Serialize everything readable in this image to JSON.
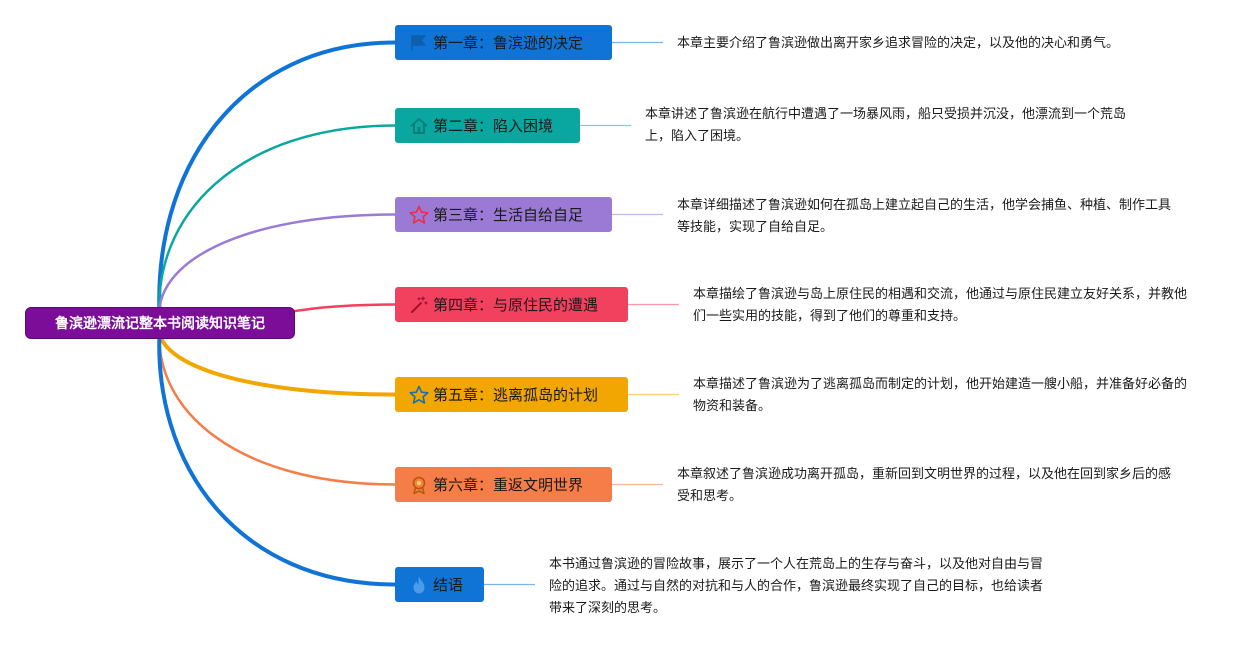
{
  "root": {
    "label": "鲁滨逊漂流记整本书阅读知识笔记"
  },
  "chapters": [
    {
      "title": "第一章：鲁滨逊的决定",
      "icon": "flag-icon",
      "color": "#0f74d6",
      "desc": "本章主要介绍了鲁滨逊做出离开家乡追求冒险的决定，以及他的决心和勇气。"
    },
    {
      "title": "第二章：陷入困境",
      "icon": "home-icon",
      "color": "#0aa7a0",
      "desc": "本章讲述了鲁滨逊在航行中遭遇了一场暴风雨，船只受损并沉没，他漂流到一个荒岛上，陷入了困境。"
    },
    {
      "title": "第三章：生活自给自足",
      "icon": "star-icon",
      "color": "#9b7ad6",
      "desc": "本章详细描述了鲁滨逊如何在孤岛上建立起自己的生活，他学会捕鱼、种植、制作工具等技能，实现了自给自足。"
    },
    {
      "title": "第四章：与原住民的遭遇",
      "icon": "magic-wand-icon",
      "color": "#f1415f",
      "desc": "本章描绘了鲁滨逊与岛上原住民的相遇和交流，他通过与原住民建立友好关系，并教他们一些实用的技能，得到了他们的尊重和支持。"
    },
    {
      "title": "第五章：逃离孤岛的计划",
      "icon": "star-outline-icon",
      "color": "#f2a600",
      "desc": "本章描述了鲁滨逊为了逃离孤岛而制定的计划，他开始建造一艘小船，并准备好必备的物资和装备。"
    },
    {
      "title": "第六章：重返文明世界",
      "icon": "medal-icon",
      "color": "#f47d48",
      "desc": "本章叙述了鲁滨逊成功离开孤岛，重新回到文明世界的过程，以及他在回到家乡后的感受和思考。"
    },
    {
      "title": "结语",
      "icon": "flame-icon",
      "color": "#0f74d6",
      "desc": "本书通过鲁滨逊的冒险故事，展示了一个人在荒岛上的生存与奋斗，以及他对自由与冒险的追求。通过与自然的对抗和与人的合作，鲁滨逊最终实现了自己的目标，也给读者带来了深刻的思考。"
    }
  ]
}
